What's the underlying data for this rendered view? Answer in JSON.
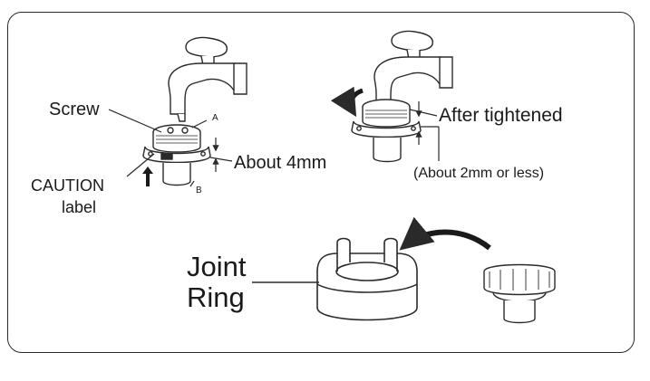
{
  "labels": {
    "screw": "Screw",
    "point_a": "A",
    "point_b": "B",
    "caution_line1": "CAUTION",
    "caution_line2": "label",
    "about_4mm": "About 4mm",
    "after_tightened": "After tightened",
    "about_2mm": "(About 2mm or less)",
    "joint_line1": "Joint",
    "joint_line2": "Ring"
  },
  "icons": {
    "faucet": "faucet-icon",
    "connector": "water-inlet-connector-icon",
    "joint_ring": "joint-ring-icon",
    "arrow": "arrow-icon"
  },
  "colors": {
    "line": "#2a2a2a",
    "text": "#1a1a1a",
    "background": "#ffffff"
  }
}
